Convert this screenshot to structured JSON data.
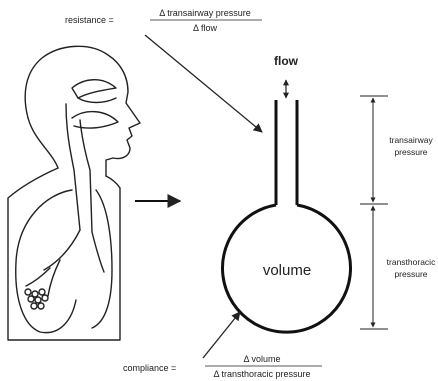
{
  "resistance": {
    "label": "resistance =",
    "numerator": "Δ transairway pressure",
    "denominator": "Δ flow"
  },
  "flow_label": "flow",
  "volume_label": "volume",
  "transairway_label": [
    "transairway",
    "pressure"
  ],
  "transthoracic_label": [
    "transthoracic",
    "pressure"
  ],
  "compliance": {
    "label": "compliance =",
    "numerator": "Δ volume",
    "denominator": "Δ transthoracic pressure"
  }
}
